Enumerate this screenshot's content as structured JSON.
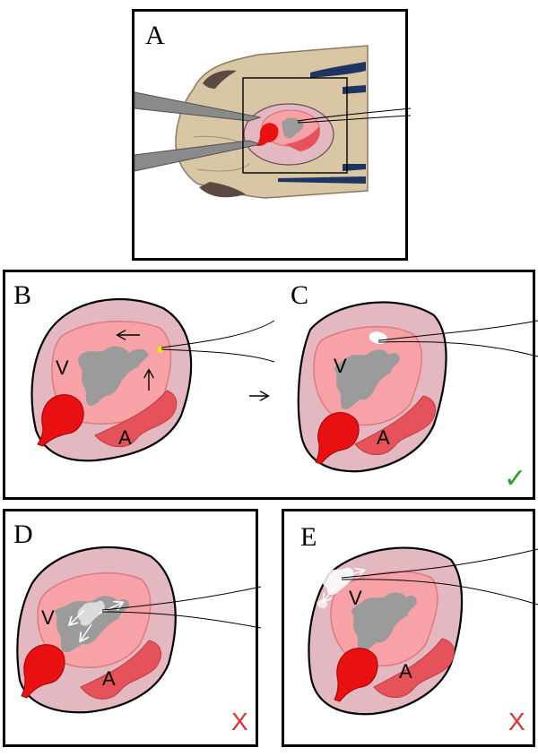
{
  "panels": {
    "a": {
      "label": "A"
    },
    "b": {
      "label": "B"
    },
    "c": {
      "label": "C"
    },
    "d": {
      "label": "D"
    },
    "e": {
      "label": "E"
    }
  },
  "heart": {
    "ventricle_label": "V",
    "atrium_label": "A"
  },
  "marks": {
    "correct_symbol": "✓",
    "wrong_symbol": "X",
    "correct_color": "#2a9a2a",
    "wrong_color": "#e03030"
  },
  "colors": {
    "pericardium": "#e4b8c0",
    "ventricle": "#f6a2a6",
    "lumen": "#9b9b9b",
    "atrium": "#e6525a",
    "bulb": "#e81010",
    "head": "#d8c6a4",
    "stripe": "#1e3462",
    "eye": "#5a4a42"
  }
}
